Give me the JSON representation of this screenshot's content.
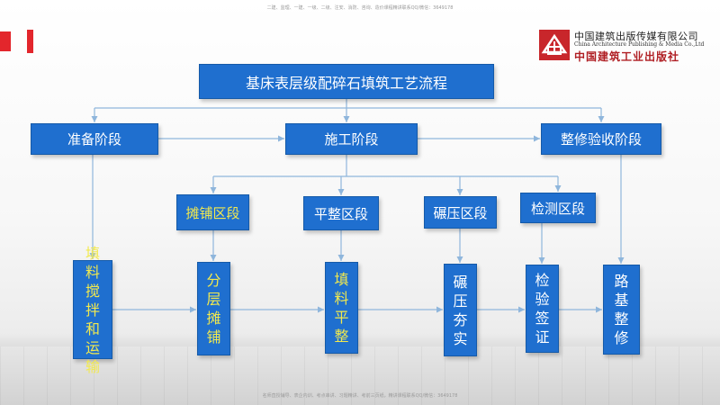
{
  "header_note": "二建、监理、一建、一级、二级、注安、消防、咨询、造价课程精讲联系QQ/微信：3649178",
  "footer_note": "名师直授辅导、表企内训、考点串讲、习题精讲、考前三页纸，精讲课程联系QQ/微信：3649178",
  "publisher": {
    "name_cn": "中国建筑出版传媒有限公司",
    "name_en": "China Architecture Publishing & Media Co.,Ltd",
    "name_cn_calligraphy": "中国建筑工业出版社"
  },
  "flow": {
    "title": "基床表层级配碎石填筑工艺流程",
    "stages": [
      "准备阶段",
      "施工阶段",
      "整修验收阶段"
    ],
    "sections": [
      "摊铺区段",
      "平整区段",
      "碾压区段",
      "检测区段"
    ],
    "steps": [
      "填料搅拌和运输",
      "分层摊铺",
      "填料平整",
      "碾压夯实",
      "检验签证",
      "路基整修"
    ]
  },
  "colors": {
    "box_fill": "#1f6fcf",
    "box_text": "#ffffff",
    "highlight_text": "#f2e94e",
    "connector": "#8fb6dc"
  }
}
